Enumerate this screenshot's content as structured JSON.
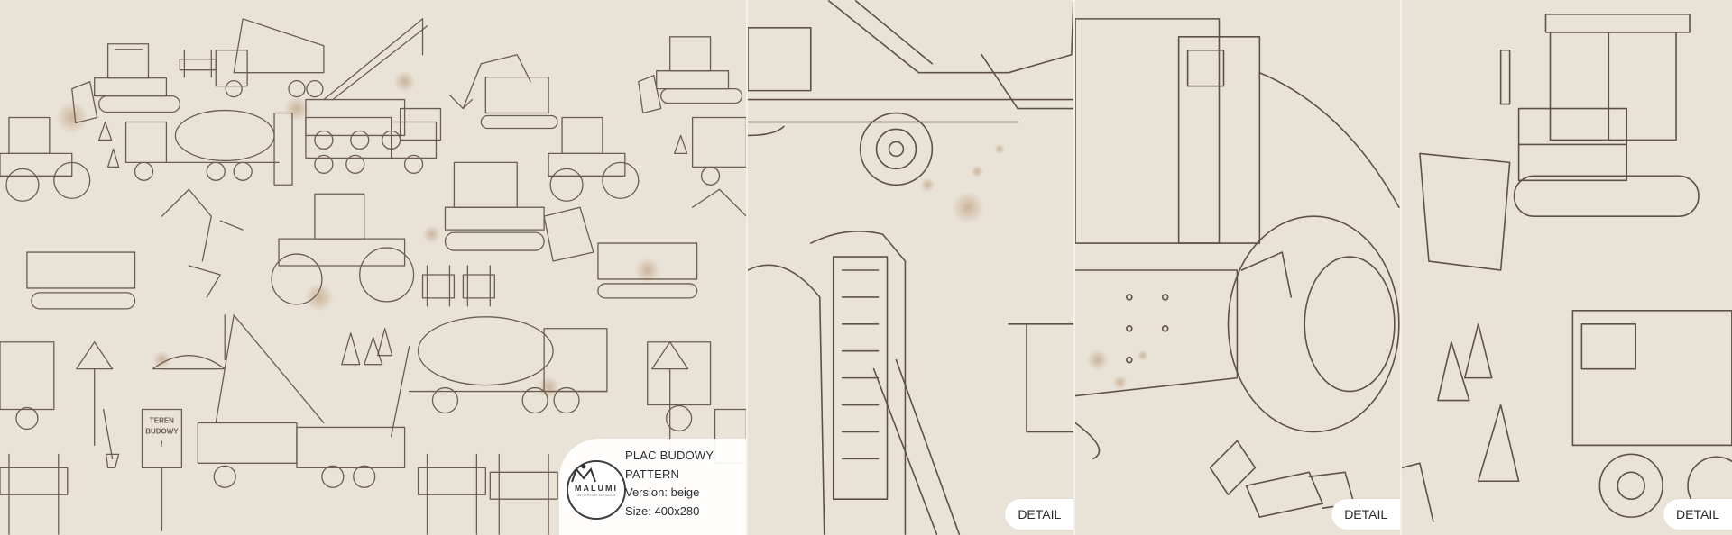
{
  "product": {
    "name_line1": "PLAC BUDOWY",
    "name_line2": "PATTERN",
    "version": "Version: beige",
    "size": "Size: 400x280"
  },
  "logo": {
    "word": "MALUMI",
    "sub": "INTERIOR DESIGN",
    "icon": "malumi-mark-icon"
  },
  "details": [
    {
      "label": "DETAIL"
    },
    {
      "label": "DETAIL"
    },
    {
      "label": "DETAIL"
    }
  ],
  "colors": {
    "background": "#e9e2d7",
    "line": "#6b5d4f",
    "stain": "#b99773",
    "card": "#ffffff",
    "text": "#2c2c2c"
  },
  "pattern_sign": {
    "line1": "TEREN",
    "line2": "BUDOWY",
    "line3": "!"
  }
}
